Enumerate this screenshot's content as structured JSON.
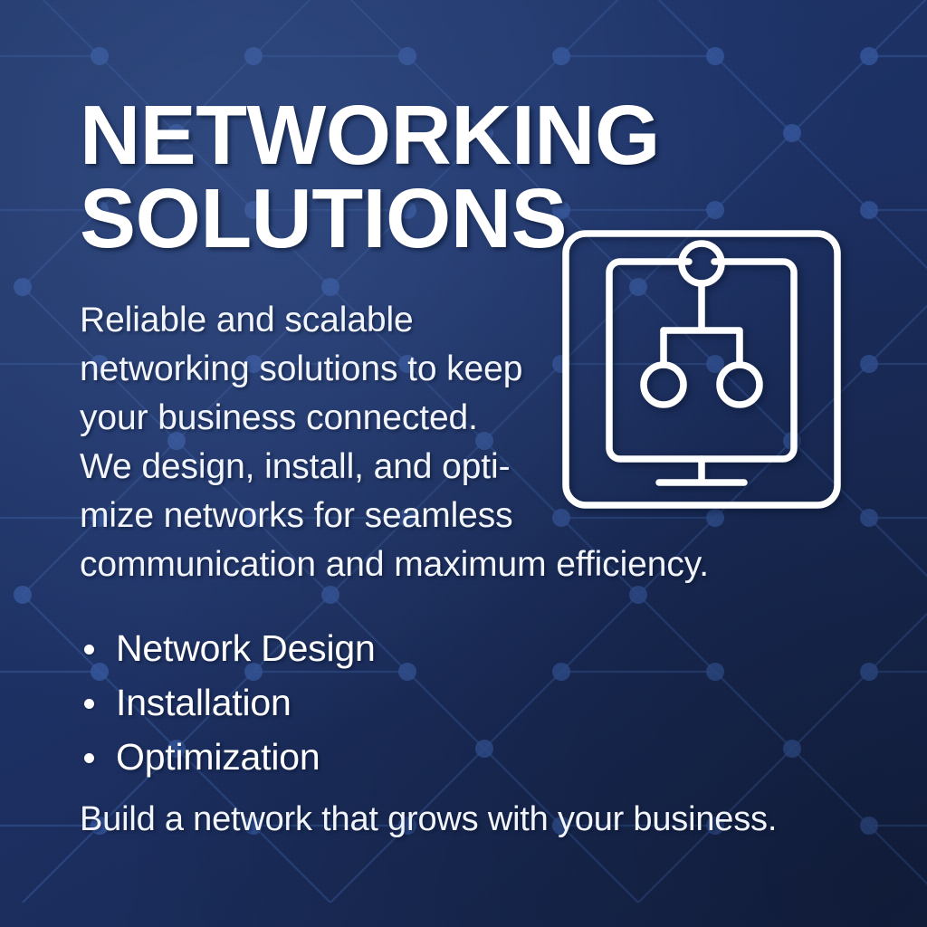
{
  "poster": {
    "headline": {
      "line1": "NETWORKING",
      "line2": "SOLUTIONS"
    },
    "paragraph": {
      "lines": [
        "Reliable and scalable",
        "networking solutions to keep",
        "your business connected.",
        "We design, install, and opti-",
        "mize networks for seamless",
        "communication and maximum efficiency."
      ]
    },
    "bullets": [
      {
        "label": "Network Design"
      },
      {
        "label": "Installation"
      },
      {
        "label": "Optimization"
      }
    ],
    "footer": "Build a network that grows with your business.",
    "icon": {
      "name": "network-topology-monitor-icon",
      "stroke_color": "#ffffff"
    },
    "colors": {
      "background_top": "#1f3669",
      "background_mid": "#1c3064",
      "background_bottom": "#16264f",
      "pattern_line": "#2c4a86",
      "pattern_node": "#2f5architecture",
      "text_primary": "#ffffff",
      "text_body": "#f2f5fb"
    }
  }
}
